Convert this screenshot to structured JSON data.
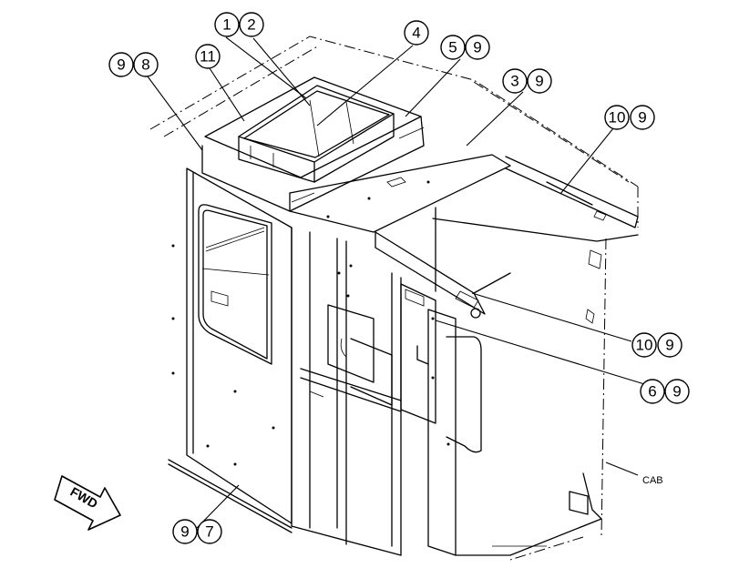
{
  "callouts": {
    "c1": "1",
    "c2": "2",
    "c4": "4",
    "c5": "5",
    "c5b": "9",
    "c3": "3",
    "c3b": "9",
    "c10a": "10",
    "c10ab": "9",
    "c9a": "9",
    "c8": "8",
    "c11": "11",
    "c10b": "10",
    "c10bb": "9",
    "c6": "6",
    "c6b": "9",
    "c9b": "9",
    "c7": "7"
  },
  "cab_label": "CAB",
  "fwd_label": "FWD",
  "icons": {
    "fwd_arrow": "arrow-icon"
  }
}
